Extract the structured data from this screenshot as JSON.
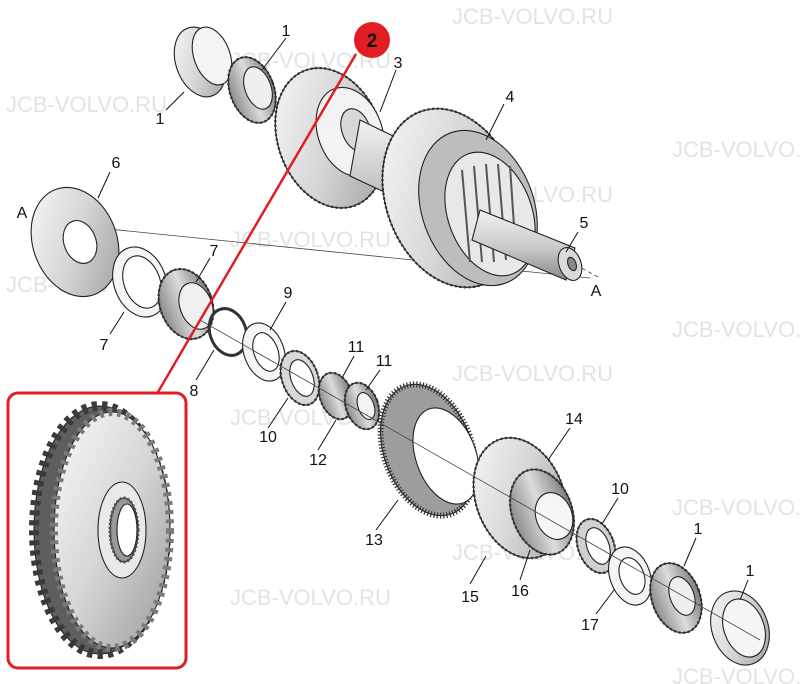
{
  "watermark": "JCB-VOLVO.RU",
  "highlight": {
    "callout": "2",
    "color": "#e01e24"
  },
  "callouts": {
    "c1a": "1",
    "c1b": "1",
    "c3": "3",
    "c4": "4",
    "c5": "5",
    "c6": "6",
    "c7a": "7",
    "c7b": "7",
    "c8": "8",
    "c9": "9",
    "c10a": "10",
    "c10b": "10",
    "c11a": "11",
    "c11b": "11",
    "c12": "12",
    "c13": "13",
    "c14": "14",
    "c15": "15",
    "c16": "16",
    "c17": "17",
    "c1c": "1",
    "c1d": "1",
    "axisA1": "A",
    "axisA2": "A"
  }
}
